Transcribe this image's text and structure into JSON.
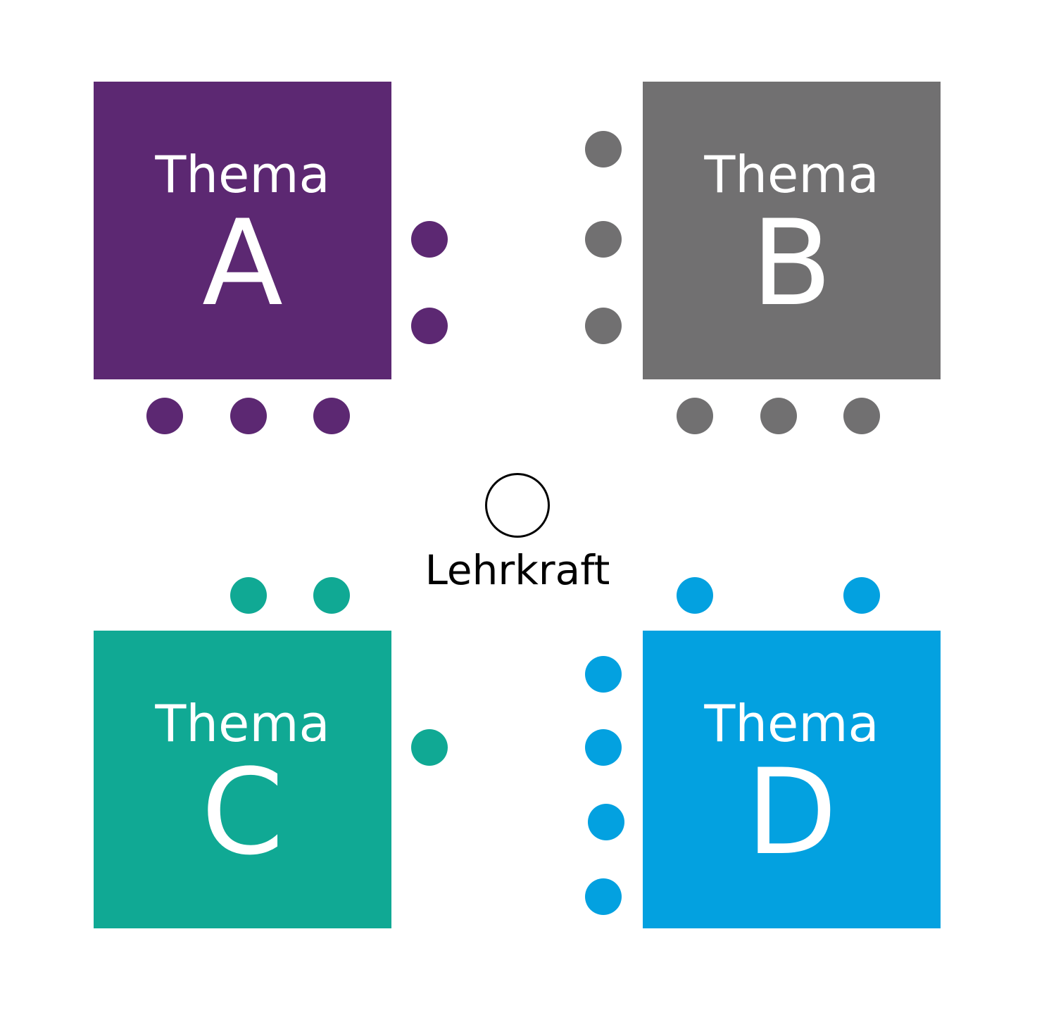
{
  "groups": [
    {
      "id": "a",
      "word": "Thema",
      "letter": "A",
      "color": "#5c2872",
      "seats": 5
    },
    {
      "id": "b",
      "word": "Thema",
      "letter": "B",
      "color": "#717071",
      "seats": 6
    },
    {
      "id": "c",
      "word": "Thema",
      "letter": "C",
      "color": "#10a994",
      "seats": 3
    },
    {
      "id": "d",
      "word": "Thema",
      "letter": "D",
      "color": "#03a1e0",
      "seats": 6
    }
  ],
  "teacher": {
    "label": "Lehrkraft"
  }
}
